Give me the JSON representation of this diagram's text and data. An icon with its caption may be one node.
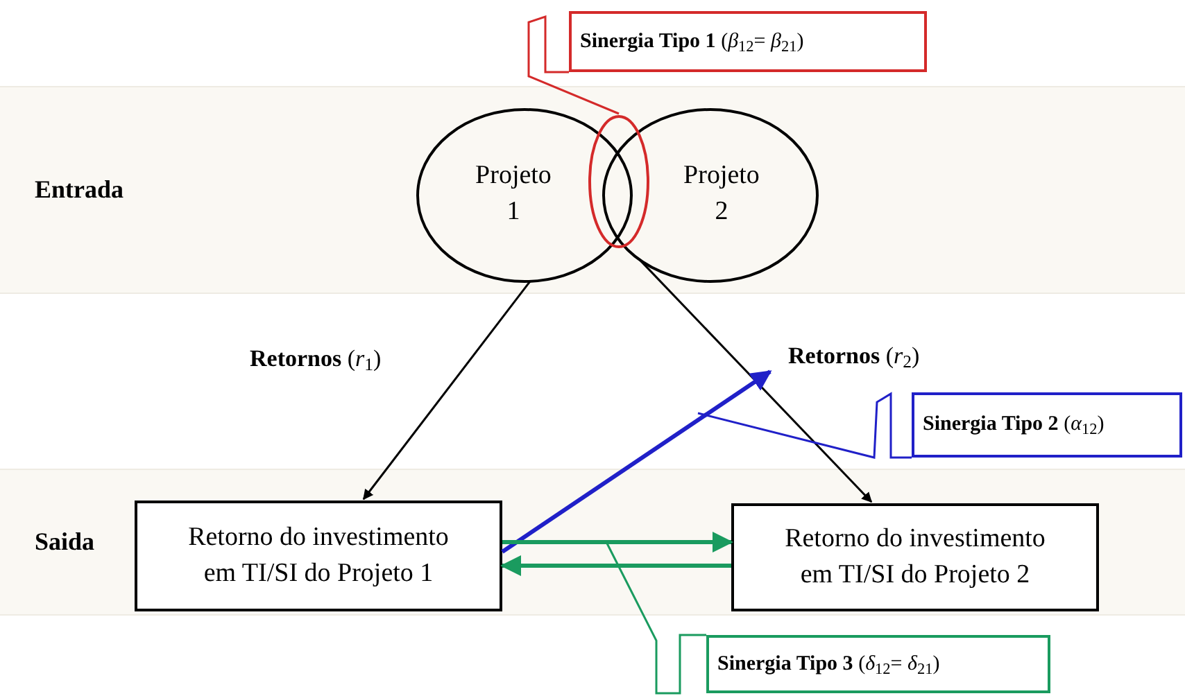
{
  "diagram": {
    "nodes": [
      {
        "text": [
          "Entrada"
        ]
      },
      {
        "text": [
          "Projeto 1"
        ],
        "in": 0
      },
      {
        "text": [
          "Projeto 2"
        ],
        "in": 0
      },
      {
        "text": [],
        "shape": "ellipse",
        "in": 0
      },
      {
        "text": [
          "**Sinergia Tipo 1** (*β*$_{12}$= *β*$_{21}$)"
        ]
      },
      {
        "text": [
          "Saida"
        ]
      },
      {
        "text": [
          "Retorno do investimento em TI/SI do Projeto 1"
        ],
        "in": 5
      },
      {
        "text": [
          "Retorno do investimento em TI/SI do Projeto 2"
        ],
        "in": 5
      },
      {
        "text": [
          "**Sinergia Tipo 2** (*α*$_{12}$)"
        ]
      },
      {
        "text": [
          "**Sinergia Tipo 3** (*δ*$_{12}$= *δ*$_{21}$)"
        ]
      }
    ],
    "edges": [
      {
        "from": 1,
        "to": 6,
        "arrow": "to",
        "label": "**Retornos** (*r*$_{1}$)",
        "color": "#000000"
      },
      {
        "from": 2,
        "to": 7,
        "arrow": "to",
        "label": "**Retornos** (*r*$_{2}$)",
        "color": "#000000"
      },
      {
        "from": 6,
        "to": null,
        "arrow": "to",
        "style": "thick",
        "color": "#2020c8"
      },
      {
        "from": 6,
        "to": 7,
        "arrow": "to",
        "style": "thick",
        "color": "#1a9b5f"
      },
      {
        "from": 7,
        "to": 6,
        "arrow": "to",
        "style": "thick",
        "color": "#1a9b5f"
      },
      {
        "from": 4,
        "to": 3,
        "arrow": "none",
        "color": "#d42a2a"
      },
      {
        "from": 8,
        "to": null,
        "arrow": "none",
        "color": "#2020c8"
      },
      {
        "from": 9,
        "to": null,
        "arrow": "none",
        "color": "#1a9b5f"
      }
    ]
  }
}
